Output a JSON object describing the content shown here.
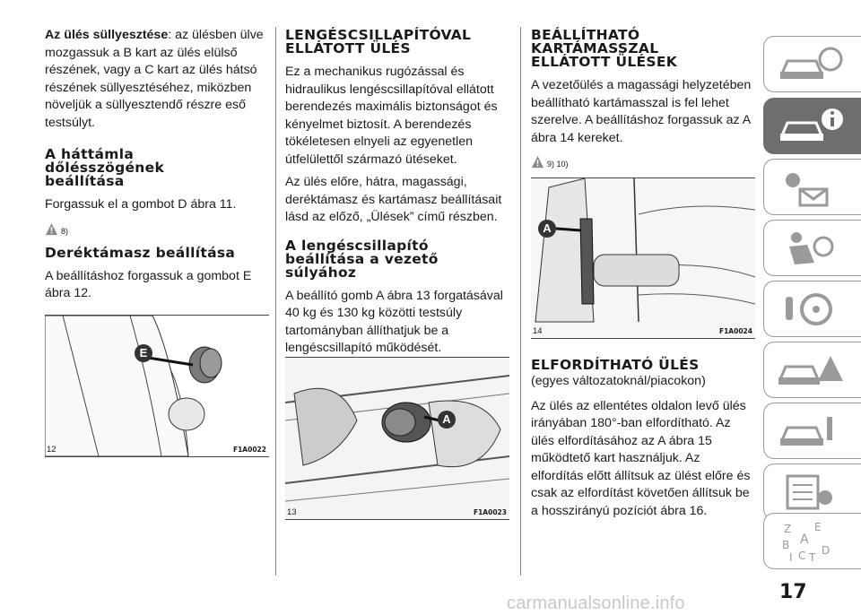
{
  "col1": {
    "intro_bold": "Az ülés süllyesztése",
    "intro_rest": ": az ülésben ülve mozgassuk a B kart az ülés elülső részének, vagy a C kart az ülés hátsó részének süllyesztéséhez, miközben növeljük a süllyesztendő részre eső testsúlyt.",
    "h1_line1": "A háttámla",
    "h1_line2": "dőlésszögének",
    "h1_line3": "beállítása",
    "p1": "Forgassuk el a gombot D ábra 11.",
    "warn1": "8)",
    "h2": "Deréktámasz beállítása",
    "p2": "A beállításhoz forgassuk a gombot E ábra 12.",
    "fig_number": "12",
    "fig_code": "F1A0022",
    "fig_callout": "E"
  },
  "col2": {
    "h1_line1": "LENGÉSCSILLAPÍTÓVAL",
    "h1_line2": "ELLÁTOTT ÜLÉS",
    "p1": "Ez a mechanikus rugózással és hidraulikus lengéscsillapítóval ellátott berendezés maximális biztonságot és kényelmet biztosít. A berendezés tökéletesen elnyeli az egyenetlen útfelülettől származó ütéseket.",
    "p2": "Az ülés előre, hátra, magassági, deréktámasz és kartámasz beállításait lásd az előző, „Ülések” című részben.",
    "h2_line1": "A lengéscsillapító",
    "h2_line2": "beállítása a vezető",
    "h2_line3": "súlyához",
    "p3": "A beállító gomb A ábra 13 forgatásával 40 kg és 130 kg közötti testsúly tartományban állíthatjuk be a lengéscsillapító működését.",
    "fig_number": "13",
    "fig_code": "F1A0023",
    "fig_callout": "A"
  },
  "col3": {
    "h1_line1": "BEÁLLÍTHATÓ",
    "h1_line2": "KARTÁMASSZAL",
    "h1_line3": "ELLÁTOTT ÜLÉSEK",
    "p1": "A vezetőülés a magassági helyzetében beállítható kartámasszal is fel lehet szerelve. A beállításhoz forgassuk az A ábra 14 kereket.",
    "warn1": "9) 10)",
    "fig_number": "14",
    "fig_code": "F1A0024",
    "fig_callout": "A",
    "h2": "ELFORDÍTHATÓ ÜLÉS",
    "h2_sub": "(egyes változatoknál/piacokon)",
    "p2": "Az ülés az ellentétes oldalon levő ülés irányában 180°-ban elfordítható. Az ülés elfordításához az A ábra 15 működtető kart használjuk. Az elfordítás előtt állítsuk az ülést előre és csak az elfordítást követően állítsuk be a hosszirányú pozíciót ábra 16."
  },
  "sidebar": {
    "active_index": 1,
    "icons": [
      "car-info-icon",
      "car-info-active-icon",
      "lights-mail-icon",
      "airbag-person-icon",
      "steering-key-icon",
      "car-warning-icon",
      "car-service-icon",
      "specs-list-icon",
      "alphabet-index-icon"
    ],
    "colors": {
      "active_bg": "#6e6e6e",
      "icon": "#9a9a9a"
    }
  },
  "page_number": "17",
  "watermark": "carmanualsonline.info"
}
